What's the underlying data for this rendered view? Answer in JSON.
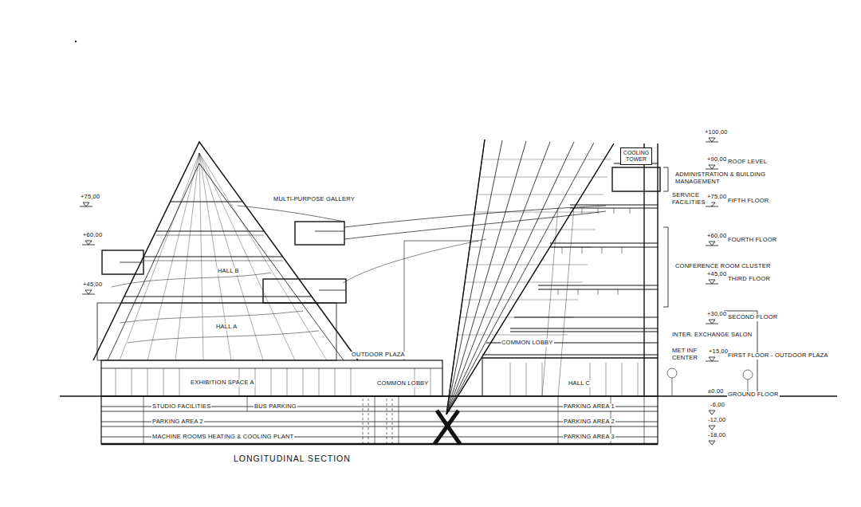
{
  "diagram": {
    "caption": "LONGITUDINAL SECTION",
    "nodes": [
      {
        "text": [
          "COOLING TOWER"
        ]
      }
    ],
    "labels": [
      "+100,00",
      "+90,00",
      "ROOF LEVEL",
      "ADMINISTRATION & BUILDING MANAGEMENT",
      "SERVICE FACILITIES",
      "+75,00",
      "FIFTH FLOOR",
      "+60,00",
      "FOURTH FLOOR",
      "CONFERENCE ROOM CLUSTER",
      "+45,00",
      "THIRD FLOOR",
      "+30,00",
      "SECOND FLOOR",
      "INTER. EXCHANGE SALON",
      "MET INF CENTER",
      "+15,00",
      "FIRST FLOOR - OUTDOOR PLAZA",
      "±0,00",
      "GROUND FLOOR",
      "-6,00",
      "-12,00",
      "-18,00",
      "+75,00",
      "+60,00",
      "+45,00",
      "MULTI-PURPOSE GALLERY",
      "HALL B",
      "HALL A",
      "OUTDOOR PLAZA",
      "EXHIBITION SPACE A",
      "COMMON LOBBY",
      "COMMON LOBBY",
      "HALL C",
      "STUDIO FACILITIES",
      "BUS PARKING",
      "PARKING AREA 2",
      "MACHINE ROOMS HEATING & COOLING PLANT",
      "PARKING AREA 1",
      "PARKING AREA 2",
      "PARKING AREA 3"
    ]
  }
}
